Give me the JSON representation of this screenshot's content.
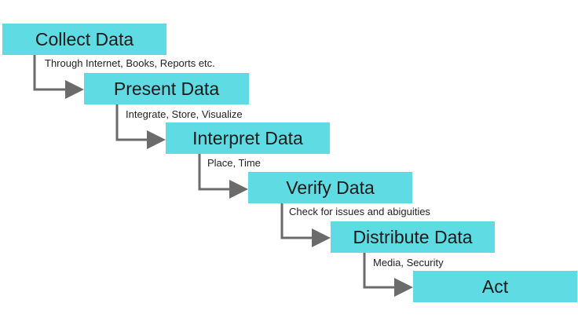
{
  "steps": [
    {
      "title": "Collect Data",
      "note": "Through Internet, Books, Reports etc."
    },
    {
      "title": "Present Data",
      "note": "Integrate, Store, Visualize"
    },
    {
      "title": "Interpret Data",
      "note": "Place, Time"
    },
    {
      "title": "Verify Data",
      "note": "Check for issues and abiguities"
    },
    {
      "title": "Distribute Data",
      "note": "Media, Security"
    },
    {
      "title": "Act",
      "note": ""
    }
  ],
  "colors": {
    "box_fill": "#5fdbe3",
    "connector": "#6b6b6b",
    "text": "#1a1a1a"
  }
}
